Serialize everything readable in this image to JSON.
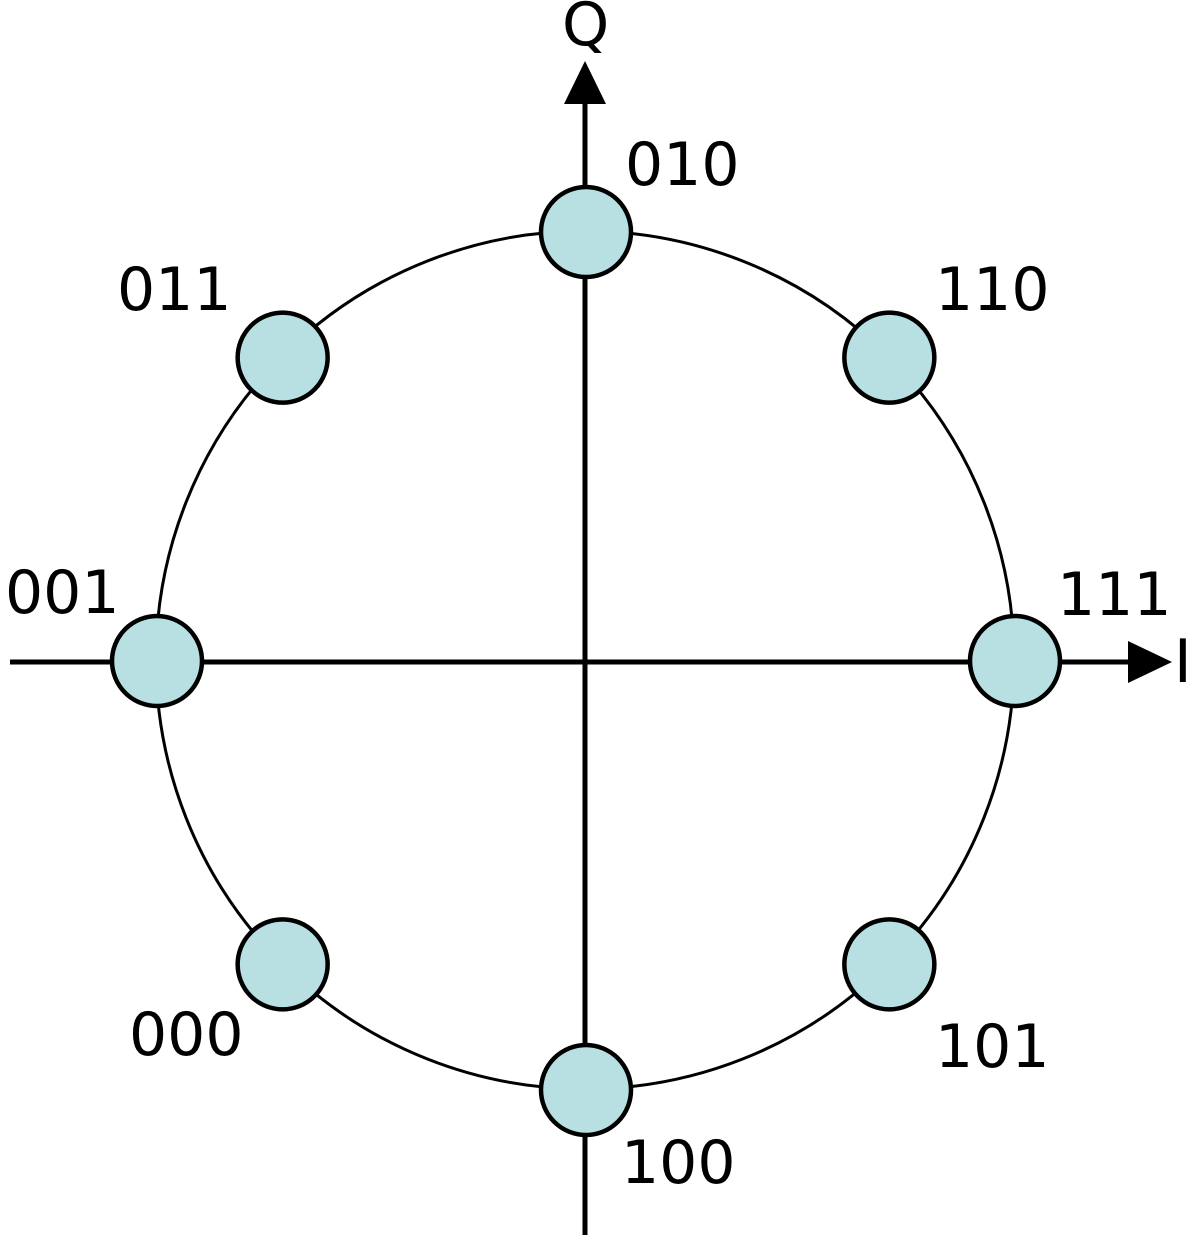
{
  "title": "8-PSK constellation diagram",
  "axes": {
    "x_label": "I",
    "y_label": "Q"
  },
  "colors": {
    "point_fill": "#b8e0e2",
    "stroke": "#000000"
  },
  "chart_data": {
    "type": "scatter",
    "xlabel": "I",
    "ylabel": "Q",
    "points": [
      {
        "label": "111",
        "angle_deg": 0,
        "I": 1.0,
        "Q": 0.0
      },
      {
        "label": "110",
        "angle_deg": 45,
        "I": 0.707,
        "Q": 0.707
      },
      {
        "label": "010",
        "angle_deg": 90,
        "I": 0.0,
        "Q": 1.0
      },
      {
        "label": "011",
        "angle_deg": 135,
        "I": -0.707,
        "Q": 0.707
      },
      {
        "label": "001",
        "angle_deg": 180,
        "I": -1.0,
        "Q": 0.0
      },
      {
        "label": "000",
        "angle_deg": 225,
        "I": -0.707,
        "Q": -0.707
      },
      {
        "label": "100",
        "angle_deg": 270,
        "I": 0.0,
        "Q": -1.0
      },
      {
        "label": "101",
        "angle_deg": 315,
        "I": 0.707,
        "Q": -0.707
      }
    ]
  }
}
